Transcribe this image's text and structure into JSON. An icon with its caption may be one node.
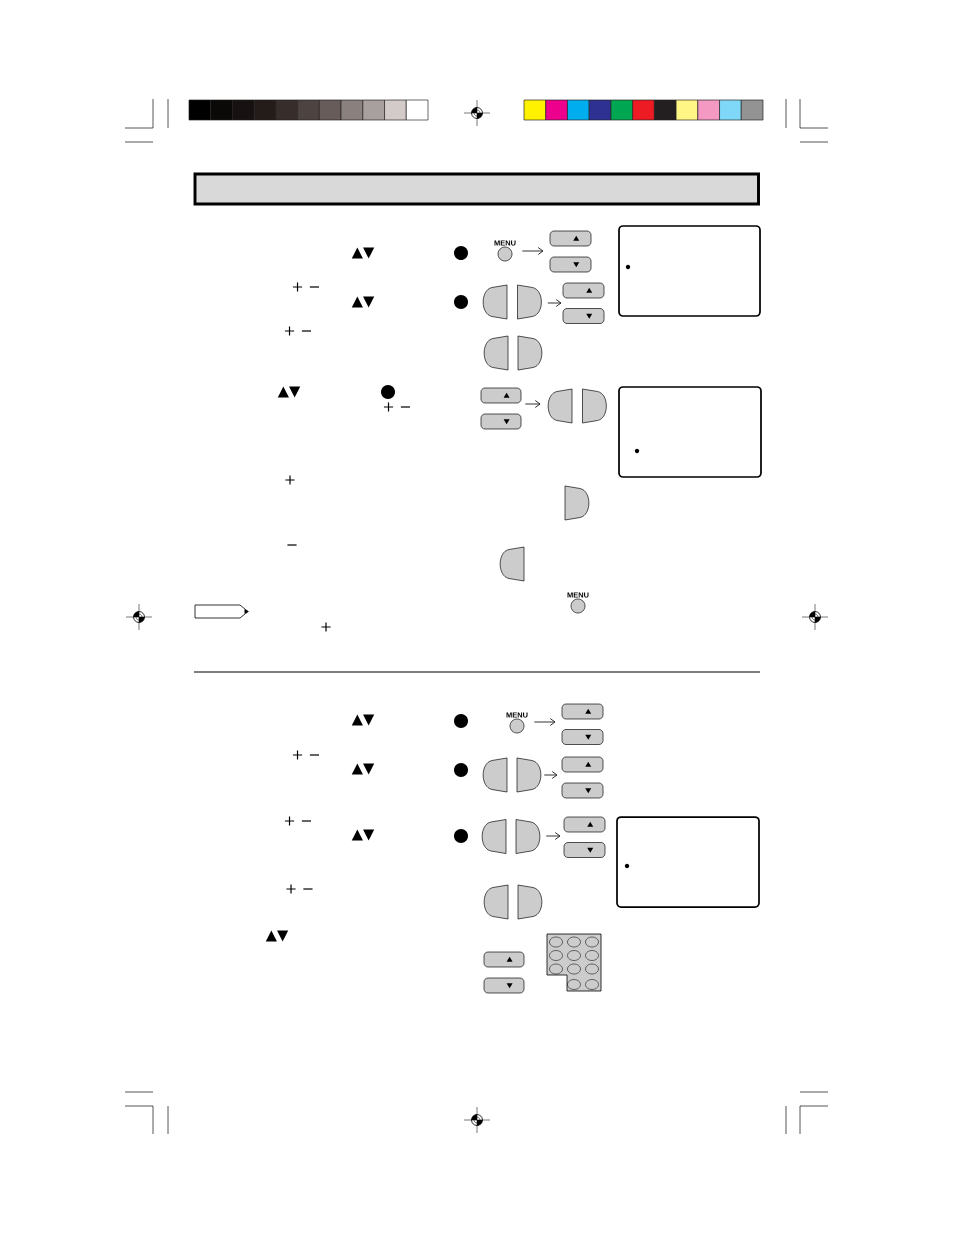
{
  "diagram": {
    "nodes": [
      {
        "text": [],
        "shape": "bar"
      },
      {
        "text": [
          "MENU"
        ]
      },
      {
        "text": [],
        "shape": "box"
      },
      {
        "text": [],
        "shape": "box"
      },
      {
        "text": [],
        "shape": "semicircle"
      },
      {
        "text": [],
        "shape": "semicircle"
      },
      {
        "text": [],
        "shape": "box"
      },
      {
        "text": [],
        "shape": "box"
      },
      {
        "text": [],
        "shape": "semicircle"
      },
      {
        "text": [],
        "shape": "semicircle"
      },
      {
        "text": [],
        "shape": "box"
      },
      {
        "text": [],
        "shape": "box"
      },
      {
        "text": [],
        "shape": "semicircle"
      },
      {
        "text": [],
        "shape": "semicircle"
      },
      {
        "text": [],
        "shape": "semicircle"
      },
      {
        "text": [],
        "shape": "semicircle"
      },
      {
        "text": [
          "MENU"
        ]
      },
      {
        "text": [
          "MENU"
        ]
      },
      {
        "text": [],
        "shape": "box"
      },
      {
        "text": [],
        "shape": "box"
      },
      {
        "text": [],
        "shape": "semicircle"
      },
      {
        "text": [],
        "shape": "semicircle"
      },
      {
        "text": [],
        "shape": "box"
      },
      {
        "text": [],
        "shape": "box"
      },
      {
        "text": [],
        "shape": "semicircle"
      },
      {
        "text": [],
        "shape": "semicircle"
      },
      {
        "text": [],
        "shape": "box"
      },
      {
        "text": [],
        "shape": "box"
      },
      {
        "text": [],
        "shape": "semicircle"
      },
      {
        "text": [],
        "shape": "semicircle"
      },
      {
        "text": [],
        "shape": "box"
      },
      {
        "text": [],
        "shape": "box"
      }
    ],
    "edges": [
      {
        "from": 1,
        "to": 2,
        "arrow": "to"
      },
      {
        "from": 5,
        "to": 6,
        "arrow": "to"
      },
      {
        "from": 10,
        "to": 12,
        "arrow": "to"
      },
      {
        "from": 17,
        "to": 18,
        "arrow": "to"
      },
      {
        "from": 21,
        "to": 22,
        "arrow": "to"
      },
      {
        "from": 25,
        "to": 26,
        "arrow": "to"
      }
    ],
    "labels": [
      "▲▼",
      "+ −",
      "▲▼",
      "+ −",
      "▲▼",
      "+ −",
      "+",
      "−",
      "+",
      "▲▼",
      "+ −",
      "▲▼",
      "+ −",
      "▲▼",
      "+ −",
      "▲▼"
    ]
  }
}
